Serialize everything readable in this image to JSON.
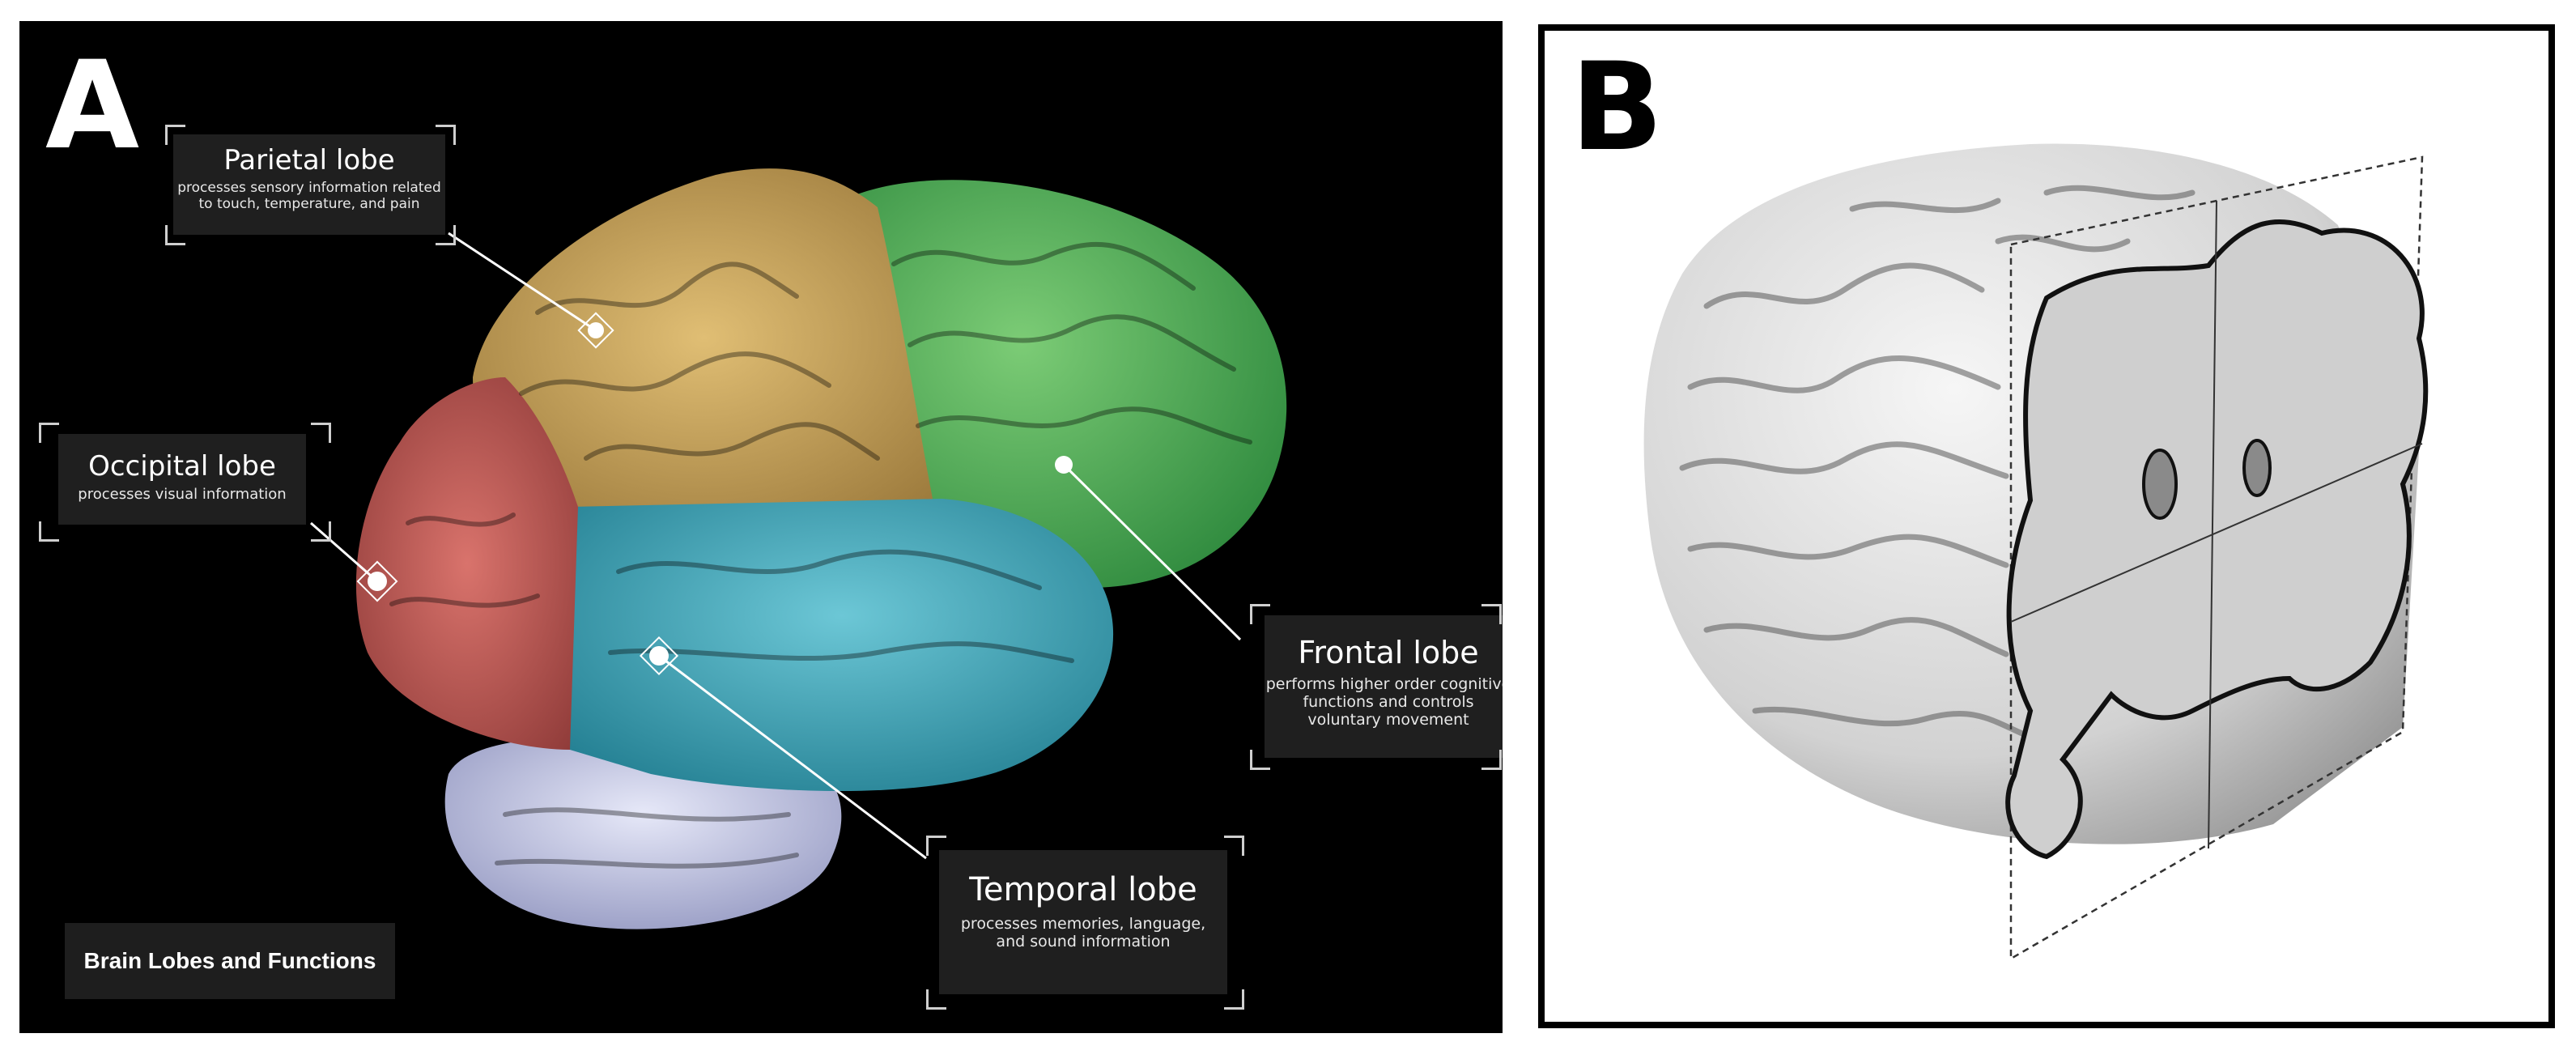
{
  "panel_a": {
    "letter": "A",
    "footer_title": "Brain Lobes and Functions",
    "lobes": {
      "parietal": {
        "title": "Parietal lobe",
        "desc1": "processes sensory information related",
        "desc2": "to touch, temperature, and pain",
        "color": "#c9a25a"
      },
      "occipital": {
        "title": "Occipital lobe",
        "desc1": "processes visual information",
        "color": "#b8524d"
      },
      "frontal": {
        "title": "Frontal lobe",
        "desc1": "performs higher order cognitive",
        "desc2": "functions and controls",
        "desc3": "voluntary movement",
        "color": "#4aa55a"
      },
      "temporal": {
        "title": "Temporal lobe",
        "desc1": "processes memories, language,",
        "desc2": "and sound information",
        "color": "#3aa5b8"
      },
      "cerebellum": {
        "color": "#c4c8e8"
      }
    }
  },
  "panel_b": {
    "letter": "B",
    "brain_color": "#d9d9d9",
    "section_color": "#cfcfcf"
  }
}
